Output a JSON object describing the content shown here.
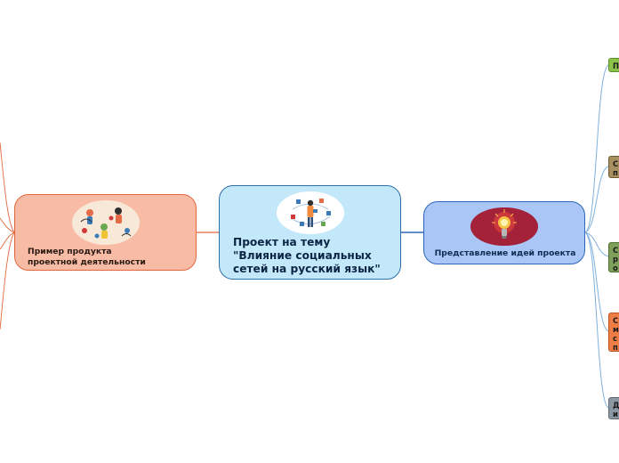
{
  "map": {
    "central": {
      "title": "Проект на тему\n\"Влияние социальных\nсетей на русский язык\""
    },
    "left": {
      "title": "Пример продукта\nпроектной деятельности"
    },
    "right": {
      "title": "Представление идей проекта"
    },
    "subtopics": [
      {
        "label": "П",
        "color": "#8bc34a",
        "border": "#5a8f2a"
      },
      {
        "label": "С\nп",
        "color": "#a78f5f",
        "border": "#6e5b33"
      },
      {
        "label": "С\nр\nо",
        "color": "#7ea05a",
        "border": "#4e6d30"
      },
      {
        "label": "С\nм\nс\nп",
        "color": "#ef7d46",
        "border": "#b8521f"
      },
      {
        "label": "Д\nи",
        "color": "#8b97a3",
        "border": "#5d6873"
      }
    ]
  },
  "colors": {
    "central_fill": "#c3e8fa",
    "left_fill": "#f8bba5",
    "right_fill": "#a9c6f6",
    "left_link": "#e2683c",
    "right_link": "#2e66b9",
    "branch_link": "#7fb0dc"
  },
  "icons": {
    "central_image": "person-with-social-network-icons",
    "left_image": "people-collage-illustration",
    "right_image": "glowing-lightbulb-illustration"
  }
}
